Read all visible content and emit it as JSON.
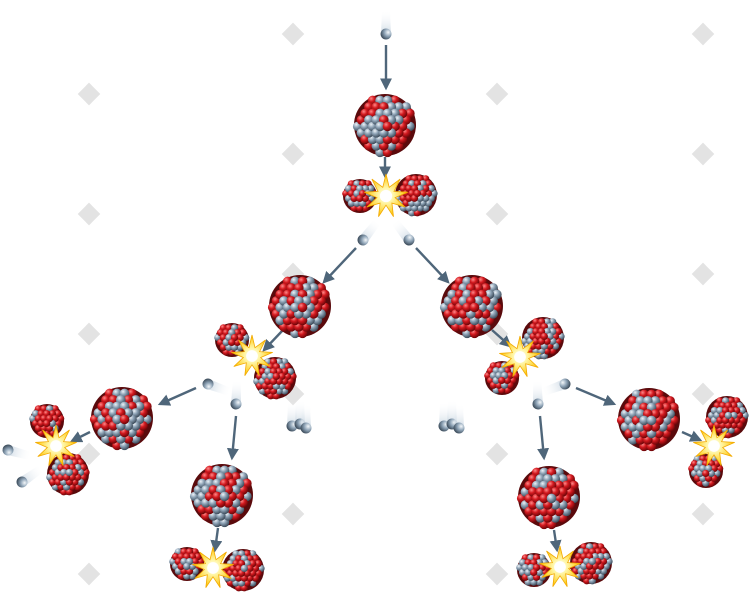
{
  "diagram": {
    "kind": "nuclear chain reaction",
    "watermark_icon": "diamond-watermark-icon",
    "colors": {
      "proton": "#c8161d",
      "neutron": "#7d92a6",
      "arrow": "#4f667a",
      "flash_outer": "#ffd21a",
      "flash_inner": "#fffbe0",
      "watermark": "#d9d9d9"
    },
    "stages": [
      {
        "id": "stage-0",
        "nuclei": 1,
        "fissions": 1,
        "neutrons_released": 2
      },
      {
        "id": "stage-1",
        "nuclei": 2,
        "fissions": 2,
        "neutrons_released": 4
      },
      {
        "id": "stage-2",
        "nuclei": 4,
        "fissions": 4,
        "neutrons_released": 8
      }
    ]
  }
}
